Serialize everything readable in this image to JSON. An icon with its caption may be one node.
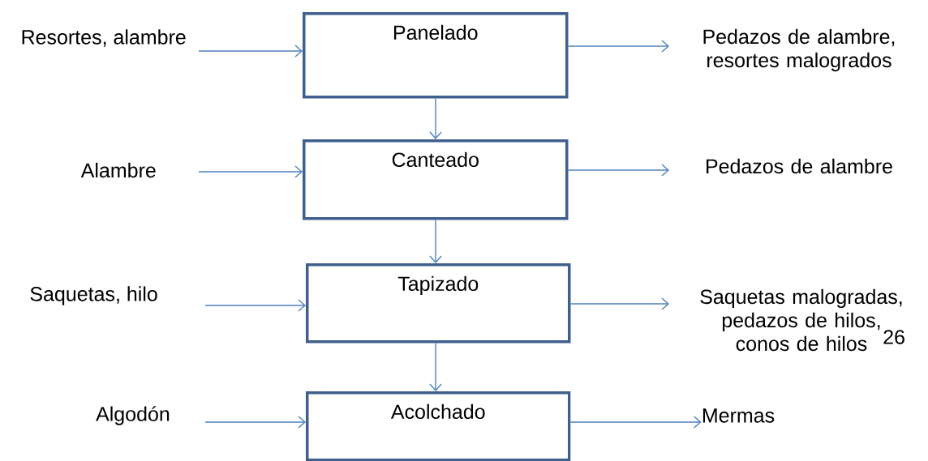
{
  "diagram": {
    "nodes": [
      {
        "text": [
          "Resortes, alambre"
        ]
      },
      {
        "text": [
          "Panelado"
        ]
      },
      {
        "text": [
          "Pedazos de alambre, resortes malogrados"
        ]
      },
      {
        "text": [
          "Alambre"
        ]
      },
      {
        "text": [
          "Canteado"
        ]
      },
      {
        "text": [
          "Pedazos de alambre"
        ]
      },
      {
        "text": [
          "Saquetas, hilo"
        ]
      },
      {
        "text": [
          "Tapizado"
        ]
      },
      {
        "text": [
          "Saquetas malogradas, pedazos de hilos, conos de hilos"
        ]
      },
      {
        "text": [
          "Algodón"
        ]
      },
      {
        "text": [
          "Acolchado"
        ]
      },
      {
        "text": [
          "Mermas"
        ]
      }
    ],
    "edges": [
      {
        "from": 0,
        "to": 1,
        "arrow": "to"
      },
      {
        "from": 1,
        "to": 2,
        "arrow": "to"
      },
      {
        "from": 1,
        "to": 4,
        "arrow": "to"
      },
      {
        "from": 3,
        "to": 4,
        "arrow": "to"
      },
      {
        "from": 4,
        "to": 5,
        "arrow": "to"
      },
      {
        "from": 4,
        "to": 7,
        "arrow": "to"
      },
      {
        "from": 6,
        "to": 7,
        "arrow": "to"
      },
      {
        "from": 7,
        "to": 8,
        "arrow": "to"
      },
      {
        "from": 7,
        "to": 10,
        "arrow": "to"
      },
      {
        "from": 9,
        "to": 10,
        "arrow": "to"
      },
      {
        "from": 10,
        "to": 11,
        "arrow": "to"
      }
    ],
    "labels": [
      "26"
    ]
  }
}
